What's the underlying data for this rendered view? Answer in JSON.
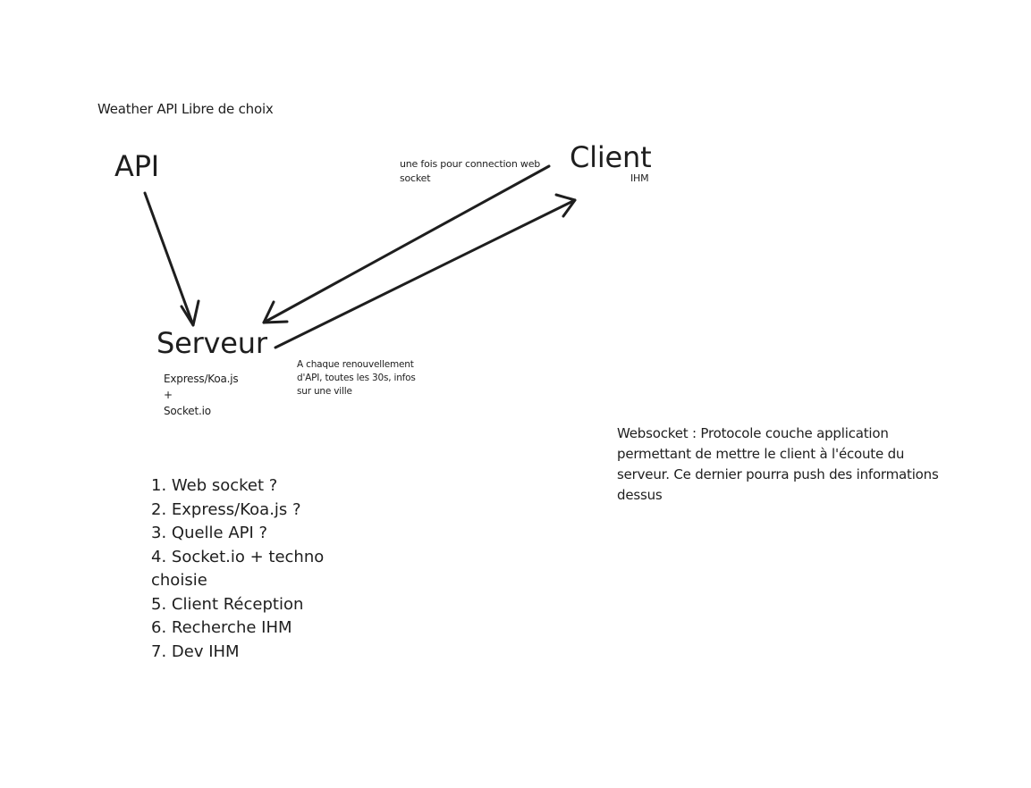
{
  "api_node": {
    "note": "Weather API Libre de choix",
    "title": "API"
  },
  "client_node": {
    "title": "Client",
    "subtitle": "IHM"
  },
  "server_node": {
    "title": "Serveur",
    "stack": "Express/Koa.js\n+\nSocket.io"
  },
  "edges": {
    "client_to_server_note": "une fois pour connection web socket",
    "server_to_client_note": "A chaque renouvellement d'API, toutes les 30s, infos sur une ville"
  },
  "websocket_definition": "Websocket : Protocole couche application permettant de mettre le client à l'écoute du serveur. Ce dernier pourra push des informations dessus",
  "steps": [
    "1. Web socket ?",
    "2. Express/Koa.js ?",
    "3. Quelle API ?",
    "4. Socket.io + techno choisie",
    "5. Client Réception",
    "6. Recherche IHM",
    "7. Dev IHM"
  ],
  "colors": {
    "ink": "#1e1e1e",
    "background": "#ffffff"
  }
}
